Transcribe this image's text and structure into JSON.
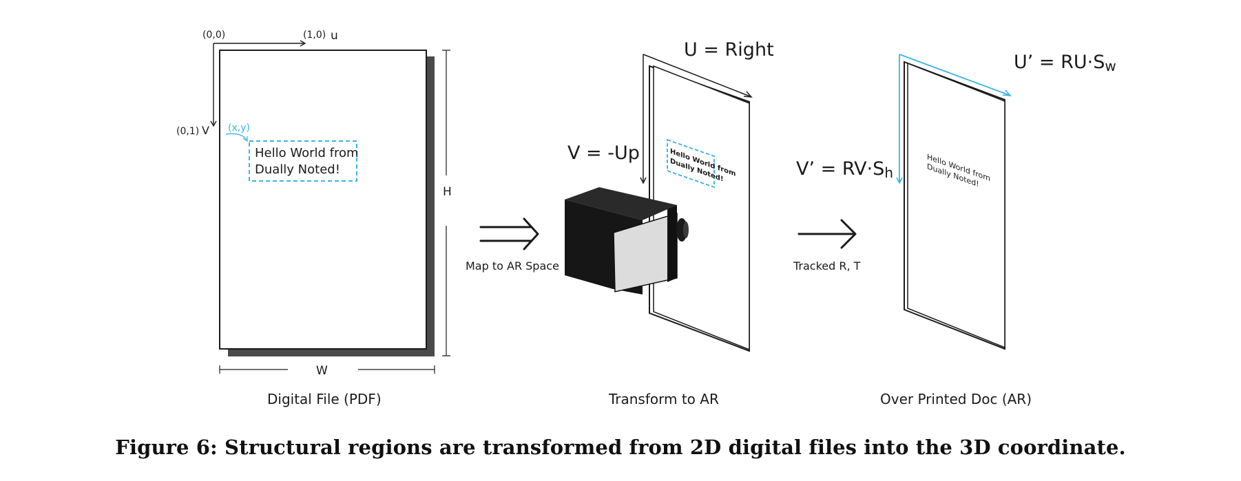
{
  "pdf_panel": {
    "origin_label": "(0,0)",
    "u_axis_label": "(1,0)",
    "u_letter": "u",
    "v_axis_label": "(0,1)",
    "v_letter": "V",
    "point_label": "(x,y)",
    "region_text_line1": "Hello World from",
    "region_text_line2": "Dually Noted!",
    "height_label": "H",
    "width_label": "W",
    "panel_label": "Digital File (PDF)"
  },
  "arrow_map": {
    "label": "Map to AR Space"
  },
  "ar_panel": {
    "u_equation": "U = Right",
    "v_equation": "V = -Up",
    "region_text_line1": "Hello World from",
    "region_text_line2": "Dually Noted!",
    "panel_label": "Transform to AR"
  },
  "arrow_track": {
    "label": "Tracked R, T"
  },
  "printed_panel": {
    "u_equation": "U’ = RU·S",
    "u_subscript": "w",
    "v_equation": "V’ = RV·S",
    "v_subscript": "h",
    "region_text_line1": "Hello World from",
    "region_text_line2": "Dually Noted!",
    "panel_label": "Over Printed Doc (AR)"
  },
  "caption": "Figure 6: Structural regions are transformed from 2D digital files into the 3D coordinate.",
  "colors": {
    "accent": "#3bb3e6",
    "ink": "#1a1a1a",
    "shadow": "#4a4a4a",
    "camera_front": "#dcdcdc"
  }
}
